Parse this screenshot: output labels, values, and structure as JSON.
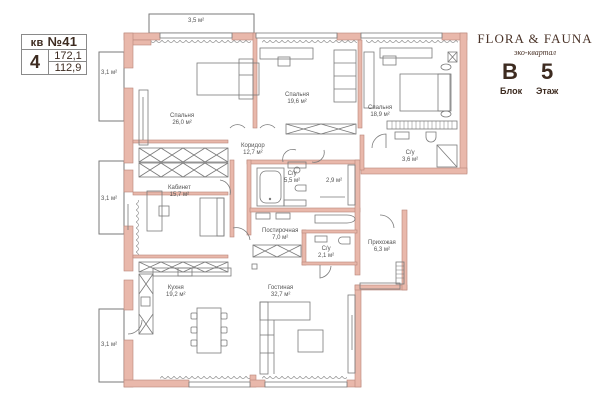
{
  "apartment": {
    "prefix": "кв",
    "number": "№41",
    "rooms": "4",
    "total_area": "172,1",
    "living_area": "112,9"
  },
  "brand": {
    "name": "FLORA & FAUNA",
    "subtitle": "эко-квартал"
  },
  "location": {
    "block_value": "В",
    "block_label": "Блок",
    "floor_value": "5",
    "floor_label": "Этаж"
  },
  "colors": {
    "wall": "#e9b8ab",
    "wall_stroke": "#b9857a",
    "line": "#7a7a7a",
    "text_dark": "#3d2b20"
  },
  "rooms": [
    {
      "id": "bedroom-1",
      "name": "Спальня",
      "area": "26,0 м²"
    },
    {
      "id": "bedroom-2",
      "name": "Спальня",
      "area": "19,6 м²"
    },
    {
      "id": "bedroom-3",
      "name": "Спальня",
      "area": "18,9 м²"
    },
    {
      "id": "bathroom-1",
      "name": "С/у",
      "area": "3,6 м²"
    },
    {
      "id": "corridor",
      "name": "Коридор",
      "area": "12,7 м²"
    },
    {
      "id": "bathroom-2",
      "name": "С/у",
      "area": "5,5 м²"
    },
    {
      "id": "storage",
      "name": "",
      "area": "2,9 м²"
    },
    {
      "id": "study",
      "name": "Кабинет",
      "area": "15,7 м²"
    },
    {
      "id": "laundry",
      "name": "Постирочная",
      "area": "7,0 м²"
    },
    {
      "id": "bathroom-3",
      "name": "С/у",
      "area": "2,1 м²"
    },
    {
      "id": "hallway",
      "name": "Прихожая",
      "area": "6,3 м²"
    },
    {
      "id": "kitchen",
      "name": "Кухня",
      "area": "19,2 м²"
    },
    {
      "id": "living-room",
      "name": "Гостиная",
      "area": "32,7 м²"
    }
  ],
  "balconies": [
    {
      "id": "balcony-top",
      "area": "3,5 м²"
    },
    {
      "id": "balcony-left-1",
      "area": "3,1 м²"
    },
    {
      "id": "balcony-left-2",
      "area": "3,1 м²"
    },
    {
      "id": "balcony-left-3",
      "area": "3,1 м²"
    }
  ]
}
